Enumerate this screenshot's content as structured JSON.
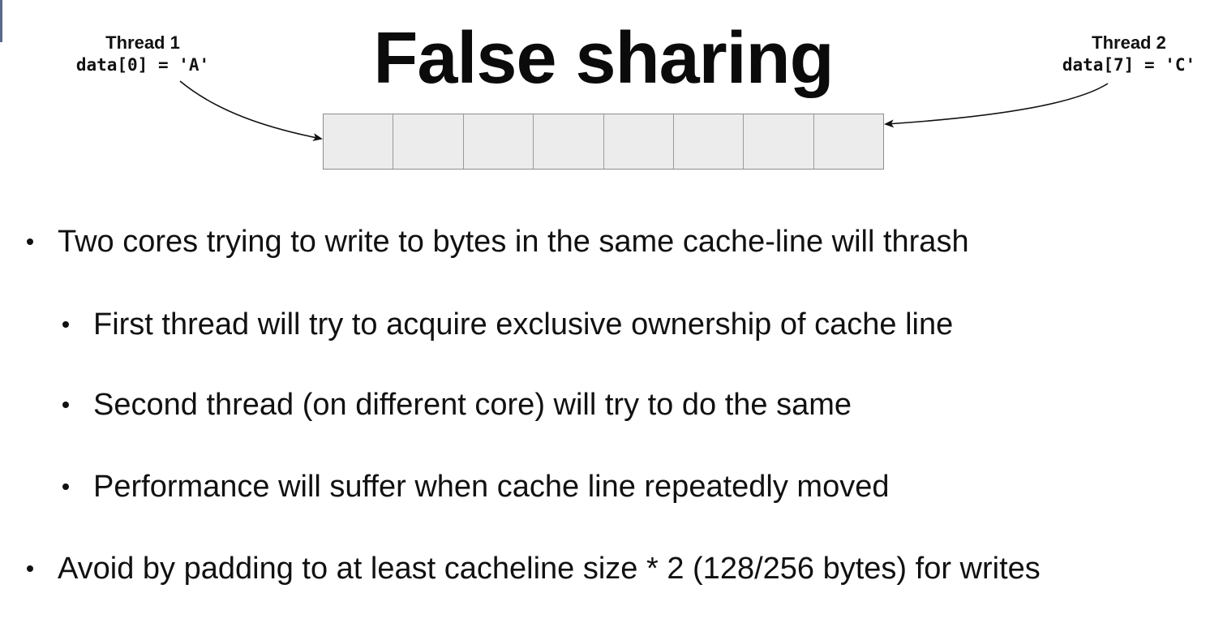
{
  "slide": {
    "title": "False sharing",
    "thread1": {
      "name": "Thread 1",
      "code": "data[0] = 'A'"
    },
    "thread2": {
      "name": "Thread 2",
      "code": "data[7] = 'C'"
    },
    "cacheline": {
      "cell_count": 8,
      "cell_color": "#ececec"
    },
    "bullets": [
      {
        "level": 1,
        "text": "Two cores trying to write to bytes in the same cache-line will thrash"
      },
      {
        "level": 2,
        "text": "First thread will try to acquire exclusive ownership of cache line"
      },
      {
        "level": 2,
        "text": "Second thread (on different core) will try to do the same"
      },
      {
        "level": 2,
        "text": "Performance will suffer when cache line repeatedly moved"
      },
      {
        "level": 1,
        "text": "Avoid by padding to at least cacheline size * 2 (128/256 bytes) for writes"
      }
    ]
  }
}
